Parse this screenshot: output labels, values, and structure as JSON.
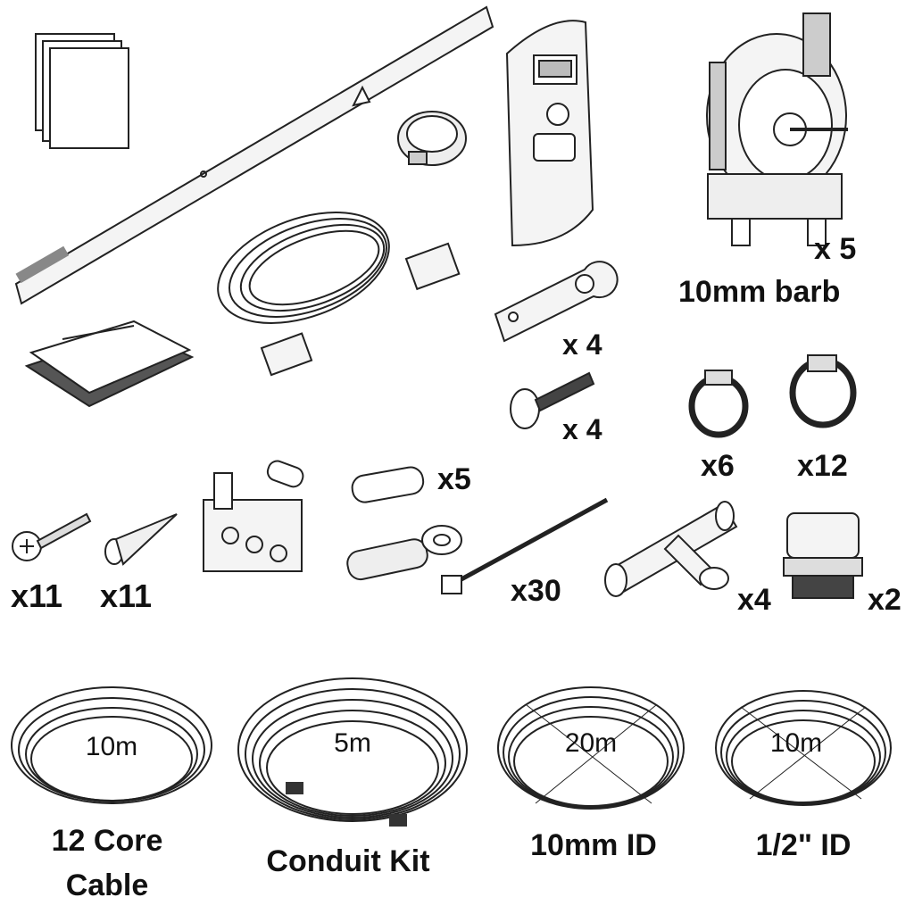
{
  "labels": {
    "pump_qty": "x 5",
    "pump_barb": "10mm barb",
    "bracket_qty": "x 4",
    "bolt_qty": "x 4",
    "clip_small_qty": "x6",
    "clip_large_qty": "x12",
    "screw_qty": "x11",
    "plug_qty": "x11",
    "ferrule_qty": "x5",
    "cable_tie_qty": "x30",
    "tee_qty": "x4",
    "gland_qty": "x2"
  },
  "coils": [
    {
      "length": "10m",
      "caption_line1": "12 Core",
      "caption_line2": "Cable"
    },
    {
      "length": "5m",
      "caption_line1": "Conduit Kit",
      "caption_line2": ""
    },
    {
      "length": "20m",
      "caption_line1": "10mm ID",
      "caption_line2": ""
    },
    {
      "length": "10m",
      "caption_line1": "1/2\" ID",
      "caption_line2": ""
    }
  ],
  "colors": {
    "ink": "#222222",
    "fill": "#f4f4f4",
    "shade": "#bdbdbd"
  }
}
